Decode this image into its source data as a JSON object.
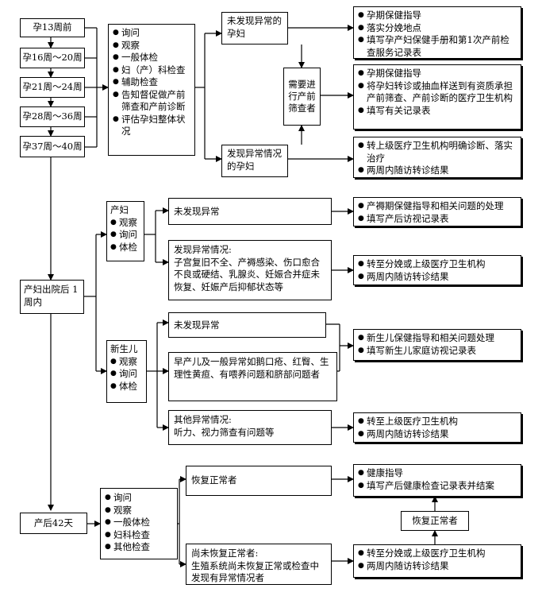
{
  "left_column": {
    "weeks": [
      "孕13周前",
      "孕16周～20周",
      "孕21周～24周",
      "孕28周～36周",
      "孕37周～40周"
    ],
    "postpartum_week1": "产妇出院后 1周内",
    "postpartum_42": "产后42天"
  },
  "prenatal_checks": {
    "items": [
      "询问",
      "观察",
      "一般体检",
      "妇（产）科检查",
      "辅助检查",
      "告知督促做产前筛查和产前诊断",
      "评估孕妇整体状况"
    ]
  },
  "prenatal_outcomes": {
    "normal": "未发现异常的孕妇",
    "abnormal": "发现异常情况的孕妇",
    "screening": "需要进行产前筛查者"
  },
  "prenatal_actions": {
    "normal": [
      "孕期保健指导",
      "落实分娩地点",
      "填写孕产妇保健手册和第1次产前检查服务记录表"
    ],
    "screening": [
      "孕期保健指导",
      "将孕妇转诊或抽血样送到有资质承担产前筛查、产前诊断的医疗卫生机构",
      "填写有关记录表"
    ],
    "abnormal": [
      "转上级医疗卫生机构明确诊断、落实治疗",
      "两周内随访转诊结果"
    ]
  },
  "mother": {
    "title": "产妇",
    "items": [
      "观察",
      "询问",
      "体检"
    ],
    "normal": "未发现异常",
    "abnormal_title": "发现异常情况:",
    "abnormal_detail": "子宫复旧不全、产褥感染、伤口愈合不良或硬结、乳腺炎、妊娠合并症未恢复、妊娠产后抑郁状态等",
    "normal_actions": [
      "产褥期保健指导和相关问题的处理",
      "填写产后访视记录表"
    ],
    "abnormal_actions": [
      "转至分娩或上级医疗卫生机构",
      "两周内随访转诊结果"
    ]
  },
  "newborn": {
    "title": "新生儿",
    "items": [
      "观察",
      "询问",
      "体检"
    ],
    "normal": "未发现异常",
    "common_issue": "早产儿及一般异常如鹅口疮、红臀、生理性黄疸、有喂养问题和脐部问题者",
    "other_title": "其他异常情况:",
    "other_detail": "听力、视力筛查有问题等",
    "care_actions": [
      "新生儿保健指导和相关问题处理",
      "填写新生儿家庭访视记录表"
    ],
    "other_actions": [
      "转至上级医疗卫生机构",
      "两周内随访转诊结果"
    ]
  },
  "day42": {
    "items": [
      "询问",
      "观察",
      "一般体检",
      "妇科检查",
      "其他检查"
    ],
    "recovered": "恢复正常者",
    "not_recovered_title": "尚未恢复正常者:",
    "not_recovered_detail": "生殖系统尚未恢复正常或检查中发现有异常情况者",
    "recovered_actions": [
      "健康指导",
      "填写产后健康检查记录表并结案"
    ],
    "back_to_normal": "恢复正常者",
    "not_recovered_actions": [
      "转至分娩或上级医疗卫生机构",
      "两周内随访转诊结果"
    ]
  }
}
